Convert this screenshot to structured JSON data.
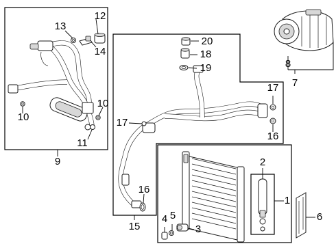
{
  "labels": {
    "l1": "1",
    "l2": "2",
    "l3": "3",
    "l4": "4",
    "l5": "5",
    "l6": "6",
    "l7": "7",
    "l8": "8",
    "l9": "9",
    "l10a": "10",
    "l10b": "10",
    "l11": "11",
    "l12": "12",
    "l13": "13",
    "l14": "14",
    "l15": "15",
    "l16a": "16",
    "l16b": "16",
    "l17a": "17",
    "l17b": "17",
    "l18": "18",
    "l19": "19",
    "l20": "20"
  }
}
